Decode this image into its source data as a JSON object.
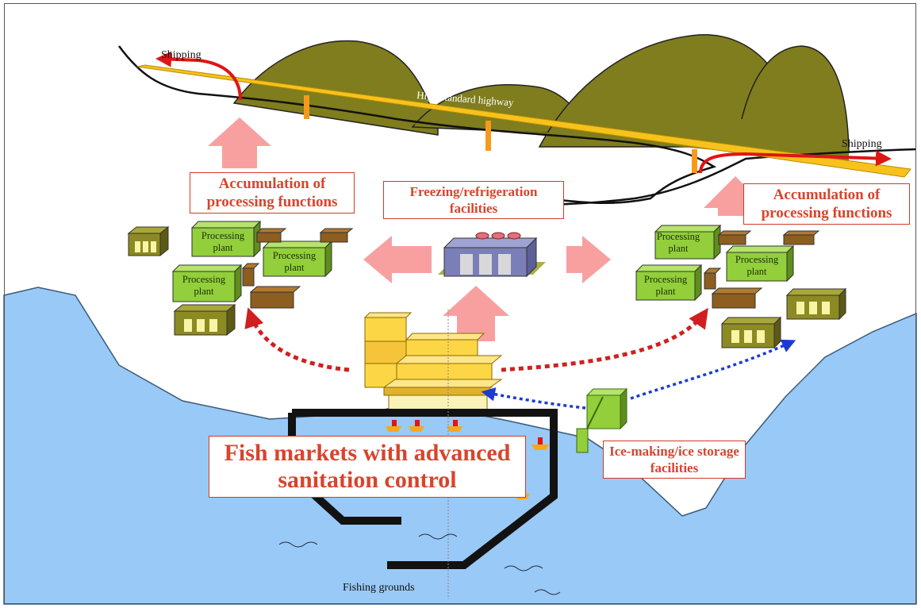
{
  "labels": {
    "shipping_left": "Shipping",
    "shipping_right": "Shipping",
    "highway": "High-standard highway",
    "accumulation_left": "Accumulation of processing functions",
    "accumulation_right": "Accumulation of processing functions",
    "freezing": "Freezing/refrigeration facilities",
    "processing_plant": "Processing plant",
    "fish_markets": "Fish markets with advanced sanitation control",
    "ice_making": "Ice-making/ice storage facilities",
    "fishing_grounds": "Fishing grounds"
  },
  "colors": {
    "mountain": "#7f7d1e",
    "sea": "#99c9f6",
    "highway": "#f7c21c",
    "pier": "#121212",
    "plant_green": "#92cf3a",
    "brown_box": "#8d5e1f",
    "olive_warehouse": "#8c8a22",
    "arrow_pink": "#f8a0a0",
    "arrow_red": "#e01515",
    "dotted_red": "#d11f1f",
    "dotted_blue": "#1c3bd2",
    "label_red": "#d8442c",
    "market_yellow": "#fcd645",
    "freezer_blue": "#7a7fb8"
  }
}
